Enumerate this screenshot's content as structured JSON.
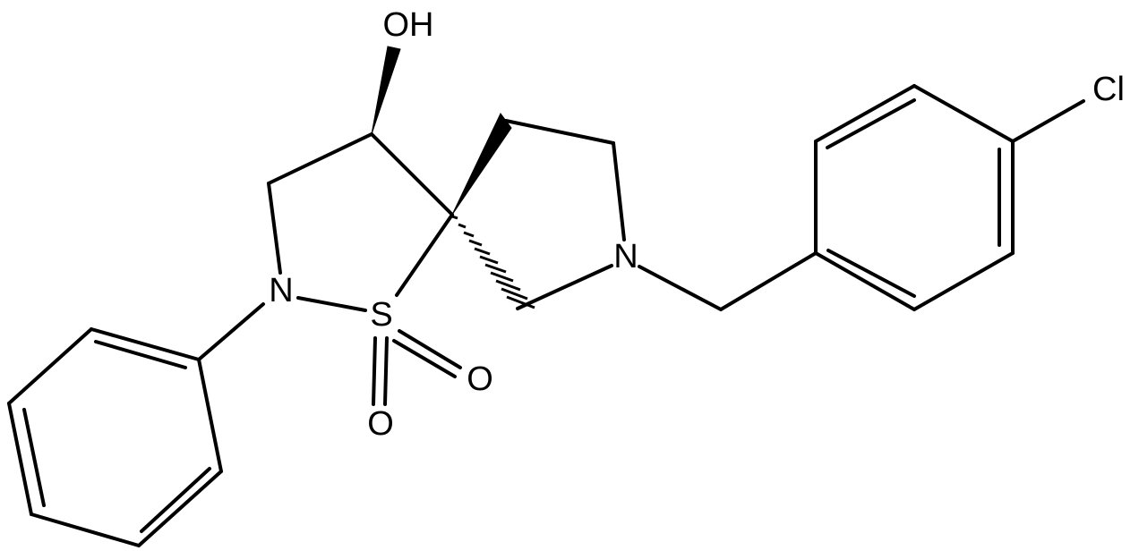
{
  "diagram": {
    "atom_labels": {
      "hydroxyl": "OH",
      "chlorine": "Cl",
      "sulfonyl_sulfur": "S",
      "sulfonamide_nitrogen": "N",
      "pyrrolidine_nitrogen": "N",
      "oxo_oxygen_right": "O",
      "oxo_oxygen_bottom": "O"
    },
    "colors": {
      "ink": "#000000",
      "background": "#ffffff"
    }
  }
}
